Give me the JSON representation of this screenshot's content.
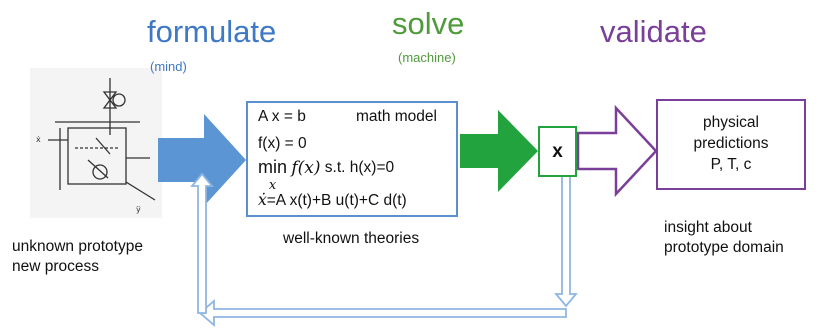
{
  "stages": {
    "formulate": {
      "title": "formulate",
      "sub": "(mind)",
      "color": "#3f79c6"
    },
    "solve": {
      "title": "solve",
      "sub": "(machine)",
      "color": "#4f9a3a"
    },
    "validate": {
      "title": "validate",
      "color": "#7a3f99"
    }
  },
  "prototype": {
    "line1": "unknown prototype",
    "line2": "new process"
  },
  "model": {
    "label": "math model",
    "eq1": "A x = b",
    "eq2": "f(x) = 0",
    "eq3_min": "min",
    "eq3_sub": "x",
    "eq3_f": "f(x)",
    "eq3_rest": "s.t. h(x)=0",
    "eq4_lhs": "ẋ",
    "eq4_rhs": "=A x(t)+B u(t)+C d(t)",
    "caption": "well-known theories"
  },
  "solution": {
    "label": "x"
  },
  "predictions": {
    "line1": "physical",
    "line2": "predictions",
    "line3": "P, T, c"
  },
  "insight": {
    "line1": "insight about",
    "line2": "prototype domain"
  },
  "colors": {
    "formulate_arrow": "#5b95d3",
    "solve_arrow": "#22a33e",
    "validate_arrow": "#7a3f99",
    "feedback_arrow": "#8fb6e2"
  }
}
